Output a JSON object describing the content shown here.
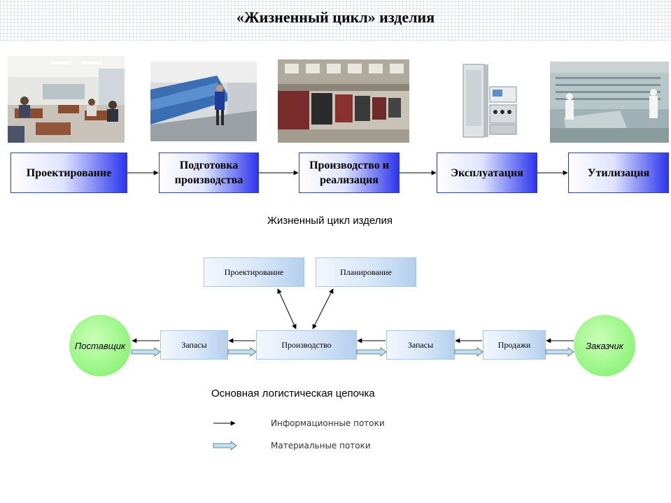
{
  "title": "«Жизненный цикл» изделия",
  "lifecycle": {
    "stages": [
      {
        "label": "Проектирование"
      },
      {
        "label": "Подготовка производства"
      },
      {
        "label": "Производство и реализация"
      },
      {
        "label": "Эксплуатация"
      },
      {
        "label": "Утилизация"
      }
    ],
    "caption": "Жизненный цикл изделия"
  },
  "logistics": {
    "top_boxes": {
      "design": "Проектирование",
      "planning": "Планирование"
    },
    "chain": {
      "supplier": "Поставщик",
      "stock_left": "Запасы",
      "production": "Производство",
      "stock_right": "Запасы",
      "sales": "Продажи",
      "customer": "Заказчик"
    },
    "caption": "Основная логистическая цепочка"
  },
  "legend": {
    "info_flows": "Информационные потоки",
    "material_flows": "Материальные потоки"
  },
  "colors": {
    "stage_gradient_end": "#2c35ee",
    "logistic_box": "#d8e6f7",
    "circle_green": "#99f585",
    "material_arrow": "#bfe0f0"
  }
}
